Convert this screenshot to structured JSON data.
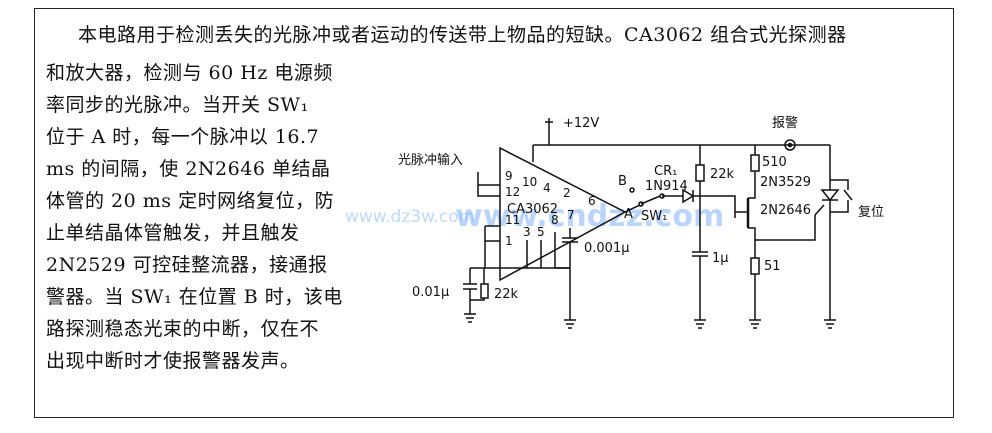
{
  "text": {
    "line1": "本电路用于检测丢失的光脉冲或者运动的传送带上物品的短缺。CA3062 组合式光探测器",
    "line2": "和放大器，检测与 60 Hz 电源频",
    "line3": "率同步的光脉冲。当开关 SW₁",
    "line4": "位于 A 时，每一个脉冲以 16.7",
    "line5": "ms 的间隔，使 2N2646 单结晶",
    "line6": "体管的 20 ms 定时网络复位，防",
    "line7": "止单结晶体管触发，并且触发",
    "line8": "2N2529 可控硅整流器，接通报",
    "line9": "警器。当 SW₁ 在位置 B 时，该电",
    "line10": "路探测稳态光束的中断，仅在不",
    "line11": "出现中断时才使报警器发声。"
  },
  "circuit": {
    "input_label": "光脉冲输入",
    "supply": "+12V",
    "ic": "CA3062",
    "pins": [
      "9",
      "12",
      "11",
      "1",
      "10",
      "4",
      "2",
      "6",
      "7",
      "3",
      "5",
      "8"
    ],
    "cap1": "0.001μ",
    "cap2": "0.01μ",
    "r_in": "22k",
    "switch_b": "B",
    "switch_a": "A",
    "switch": "SW₁",
    "diode_ref": "CR₁",
    "diode": "1N914",
    "r_timing": "22k",
    "cap_timing": "1μ",
    "r_top": "510",
    "scr": "2N3529",
    "ujt": "2N2646",
    "r_bottom": "51",
    "alarm": "报警",
    "reset": "复位"
  },
  "watermark": {
    "main": "www.cndzz.com",
    "sub": "www.dz3w.com"
  }
}
